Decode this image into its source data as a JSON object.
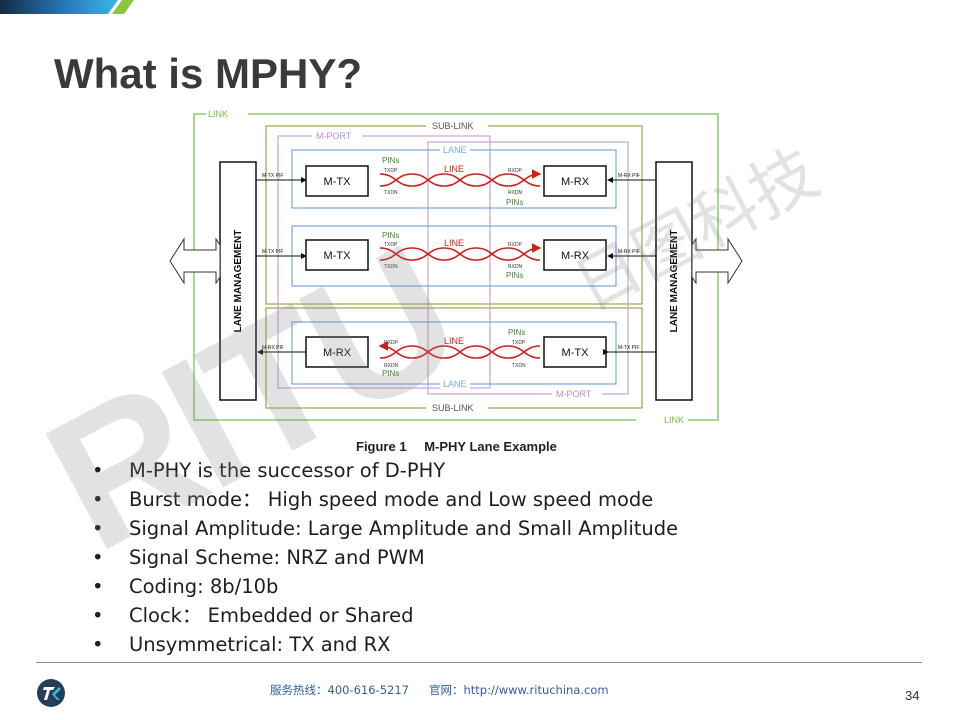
{
  "slide": {
    "title": "What is MPHY?",
    "page_number": "34"
  },
  "diagram": {
    "caption_number": "Figure 1",
    "caption_title": "M-PHY Lane Example",
    "labels": {
      "link": "LINK",
      "sub_link": "SUB-LINK",
      "m_port": "M-PORT",
      "lane": "LANE",
      "line": "LINE",
      "pins": "PINs",
      "txdp": "TXDP",
      "txdn": "TXDN",
      "rxdp": "RXDP",
      "rxdn": "RXDN",
      "m_tx": "M-TX",
      "m_rx": "M-RX",
      "m_tx_pif": "M-TX PIF",
      "m_rx_pif": "M-RX PIF",
      "lane_management": "LANE MANAGEMENT"
    }
  },
  "bullets": [
    "M-PHY is the successor of D-PHY",
    "Burst mode：  High speed mode and Low speed mode",
    "Signal Amplitude: Large Amplitude and Small Amplitude",
    "Signal Scheme: NRZ and PWM",
    "Coding: 8b/10b",
    "Clock：  Embedded or Shared",
    "Unsymmetrical: TX and RX"
  ],
  "bullet_symbol": "•",
  "footer": {
    "hotline": "服务热线：400-616-5217",
    "website": "官网：http://www.rituchina.com"
  },
  "watermark": {
    "latin": "RITU",
    "cjk": "日图科技"
  },
  "colors": {
    "title": "#3a3a3a",
    "link": "#6cc04a",
    "sub_link": "#a6a04a",
    "m_port": "#c9a3d8",
    "lane": "#7aa6e0",
    "signal": "#d0201c",
    "arrow": "#d0201c",
    "footer_text": "#2f5f9e",
    "top_bar_dark": "#1f3a5a",
    "top_bar_accent": "#8cc63f"
  }
}
